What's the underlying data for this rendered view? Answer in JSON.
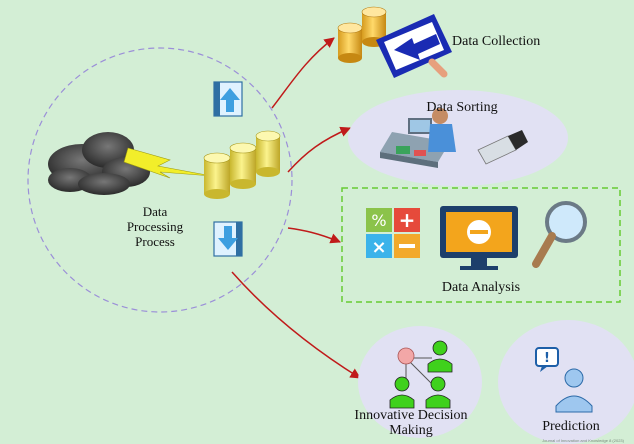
{
  "labels": {
    "data_collection": "Data Collection",
    "data_sorting": "Data Sorting",
    "data_analysis": "Data Analysis",
    "processing_line1": "Data",
    "processing_line2": "Processing",
    "processing_line3": "Process",
    "decision_line1": "Innovative Decision",
    "decision_line2": "Making",
    "prediction": "Prediction"
  },
  "footer_text": "Journal of Innovation and Knowledge 8 (2023)",
  "colors": {
    "background": "#d3eed5",
    "ellipse_fill": "#e1e1f3",
    "arrow": "#c01a1a",
    "dashed_circle": "#9b8fd8",
    "dashed_box": "#66cc33",
    "cylinder": "#f4e66a",
    "cloud": "#3f3f3f",
    "lightning": "#f2ee2a",
    "head_green": "#3fd11c",
    "blue_icon": "#3d9fe0"
  },
  "icons": [
    "storage-cylinders-icon",
    "upload-arrow-icon",
    "download-arrow-icon",
    "cloud-icon",
    "lightning-icon",
    "back-arrow-icon",
    "office-worker-icon",
    "usb-drive-icon",
    "calculator-icon",
    "monitor-icon",
    "magnifier-icon",
    "org-chart-icon",
    "speech-bubble-person-icon"
  ]
}
